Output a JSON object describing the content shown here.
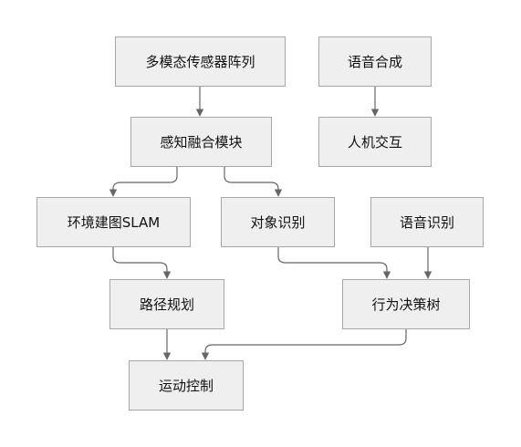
{
  "nodes": {
    "sensor_array": "多模态传感器阵列",
    "speech_synthesis": "语音合成",
    "perception_fusion": "感知融合模块",
    "human_interaction": "人机交互",
    "env_slam": "环境建图SLAM",
    "object_recognition": "对象识别",
    "speech_recognition": "语音识别",
    "path_planning": "路径规划",
    "behavior_tree": "行为决策树",
    "motion_control": "运动控制"
  },
  "edges": [
    [
      "sensor_array",
      "perception_fusion"
    ],
    [
      "speech_synthesis",
      "human_interaction"
    ],
    [
      "perception_fusion",
      "env_slam"
    ],
    [
      "perception_fusion",
      "object_recognition"
    ],
    [
      "env_slam",
      "path_planning"
    ],
    [
      "object_recognition",
      "behavior_tree"
    ],
    [
      "speech_recognition",
      "behavior_tree"
    ],
    [
      "path_planning",
      "motion_control"
    ],
    [
      "behavior_tree",
      "motion_control"
    ]
  ],
  "colors": {
    "node_fill": "#efefef",
    "node_border": "#a7a7a7",
    "edge": "#666666"
  }
}
